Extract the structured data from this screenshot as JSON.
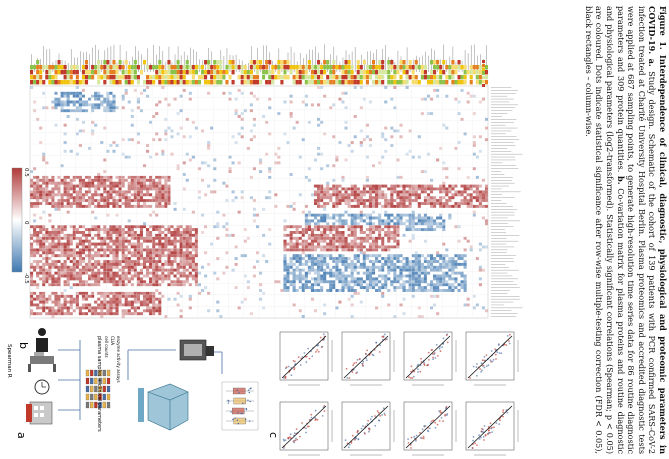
{
  "figure": {
    "panel_labels": [
      "a",
      "b",
      "c"
    ],
    "panel_a": {
      "heading": "plasma samples + clinical parameters",
      "list_items": [
        "cell counts",
        "CLIA",
        "enzyme activity assays"
      ]
    },
    "panel_b": {
      "color_legend_title": "Spearman R",
      "color_legend_ticks": [
        "-0.5",
        "0",
        "0.5"
      ]
    }
  },
  "caption": {
    "title": "Figure 1. Interdependence of clinical, diagnostic, physiological and proteomic parameters in COVID-19.",
    "label_a": "a.",
    "text_a": "Study design. Schematic of the cohort of 139 patients with PCR confirmed SARS-CoV-2 infection treated at Charité University Hospital Berlin. Plasma proteomics and accredited diagnostic tests were applied at 687 sampling points, to generate high-resolution time series data for 86 routine diagnostic parameters and 309 protein quantities.",
    "label_b": "b.",
    "text_b": "Co-variation matrix for plasma proteins and routine diagnostic and physiological parameters (log2-transformed). Statistically significant correlations (Spearman; p < 0.05) are coloured. Dots indicate statistical significance after row-wise multiple-testing correction (FDR < 0.05), black rectangles – column-wise."
  },
  "colors": {
    "positive": "#b03a3a",
    "negative": "#3f78b0",
    "grid": "#e4e4e4",
    "text": "#111111"
  }
}
